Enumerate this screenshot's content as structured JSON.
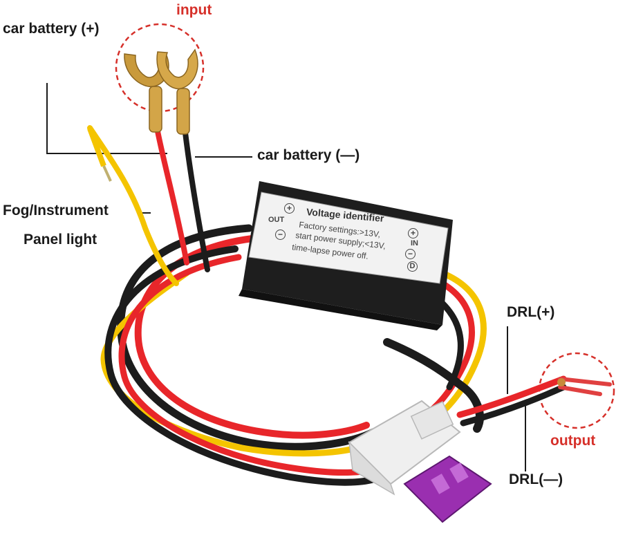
{
  "labels": {
    "input": "input",
    "output": "output",
    "battery_plus": "car battery (+)",
    "battery_minus": "car battery (—)",
    "fog_line1": "Fog/Instrument",
    "fog_line2": "Panel light",
    "drl_plus": "DRL(+)",
    "drl_minus": "DRL(—)"
  },
  "module": {
    "title": "Voltage identifier",
    "line1": "Factory settings:>13V,",
    "line2": "start power supply;<13V,",
    "line3": "time-lapse power off.",
    "out_label": "OUT",
    "in_label": "IN",
    "d_label": "D",
    "plus_symbol": "+",
    "minus_symbol": "−"
  },
  "colors": {
    "highlight_red": "#d6302a",
    "wire_red": "#e8262a",
    "wire_black": "#1c1c1c",
    "wire_yellow": "#f4c400",
    "fuse_purple": "#9a2fb0",
    "module_black": "#1e1e1e"
  }
}
